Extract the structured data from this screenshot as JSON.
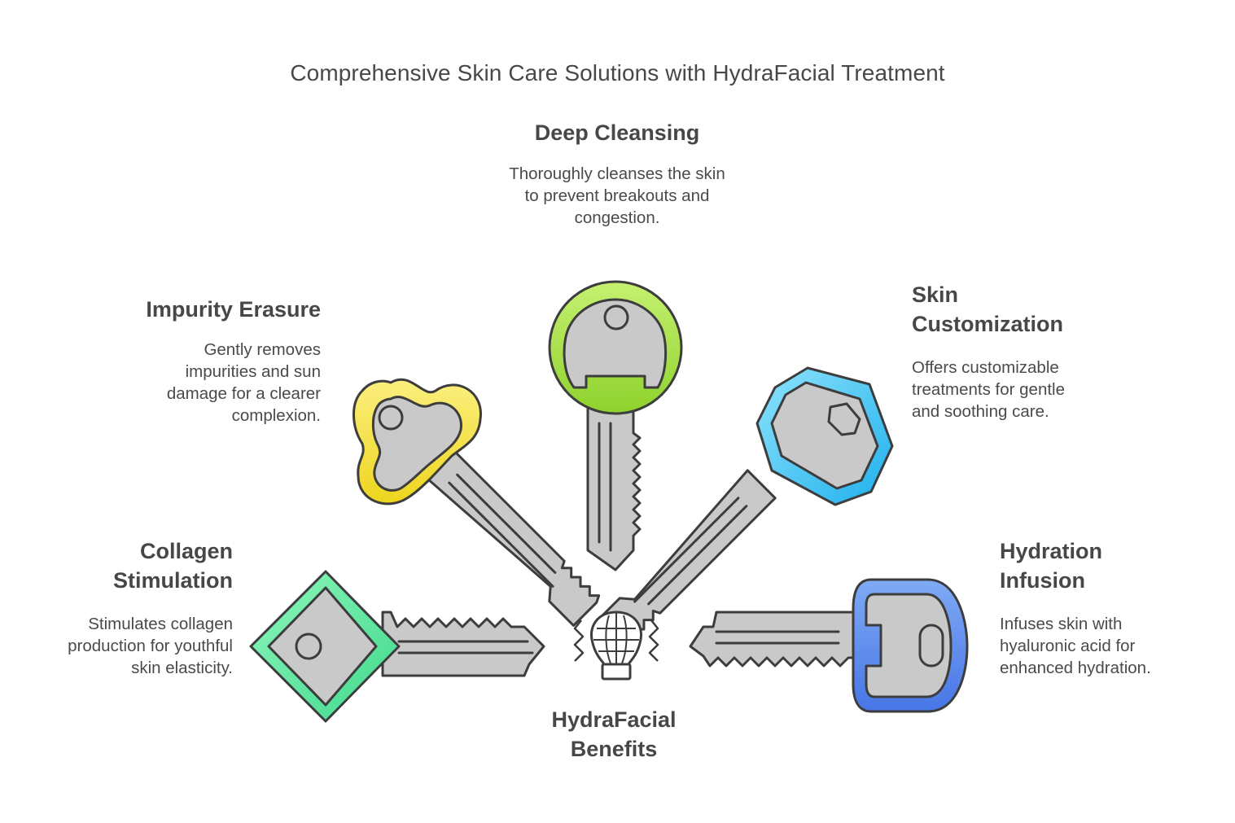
{
  "title": "Comprehensive Skin Care Solutions with HydraFacial Treatment",
  "center_label": "HydraFacial Benefits",
  "center_icon": "hydrafacial-device-icon",
  "benefits": [
    {
      "key": "deep-cleansing",
      "heading": "Deep Cleansing",
      "description": "Thoroughly cleanses the skin to prevent breakouts and congestion.",
      "color": "#9ED93C"
    },
    {
      "key": "impurity-erasure",
      "heading": "Impurity Erasure",
      "description": "Gently removes impurities and sun damage for a clearer complexion.",
      "color": "#F2DC3A"
    },
    {
      "key": "skin-customization",
      "heading": "Skin Customization",
      "description": "Offers customizable treatments for gentle and soothing care.",
      "color": "#4CC3F0"
    },
    {
      "key": "collagen-stimulation",
      "heading": "Collagen Stimulation",
      "description": "Stimulates collagen production for youthful skin elasticity.",
      "color": "#5FE09A"
    },
    {
      "key": "hydration-infusion",
      "heading": "Hydration Infusion",
      "description": "Infuses skin with hyaluronic acid for enhanced hydration.",
      "color": "#4F86E8"
    }
  ]
}
